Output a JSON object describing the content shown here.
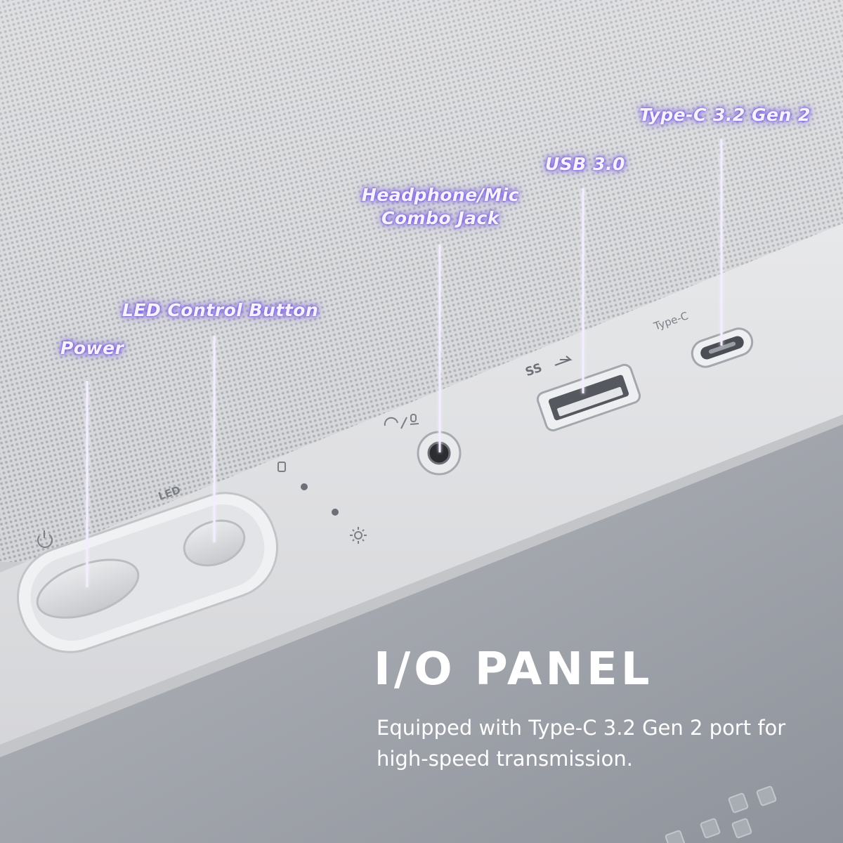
{
  "callouts": {
    "power": "Power",
    "led_control": "LED Control Button",
    "headphone_line1": "Headphone/Mic",
    "headphone_line2": "Combo Jack",
    "usb": "USB 3.0",
    "typec": "Type-C 3.2 Gen 2"
  },
  "panel_labels": {
    "led": "LED",
    "typec": "Type-C",
    "usb_logo": "SS"
  },
  "heading": "I/O PANEL",
  "description": {
    "line1": "Equipped with Type-C 3.2 Gen 2 port for",
    "line2": "high-speed transmission."
  },
  "colors": {
    "glow": "#7e62e6",
    "case_top": "#d9dadd",
    "front_face": "#9a9ea6",
    "mesh": "#c4c6ca"
  }
}
